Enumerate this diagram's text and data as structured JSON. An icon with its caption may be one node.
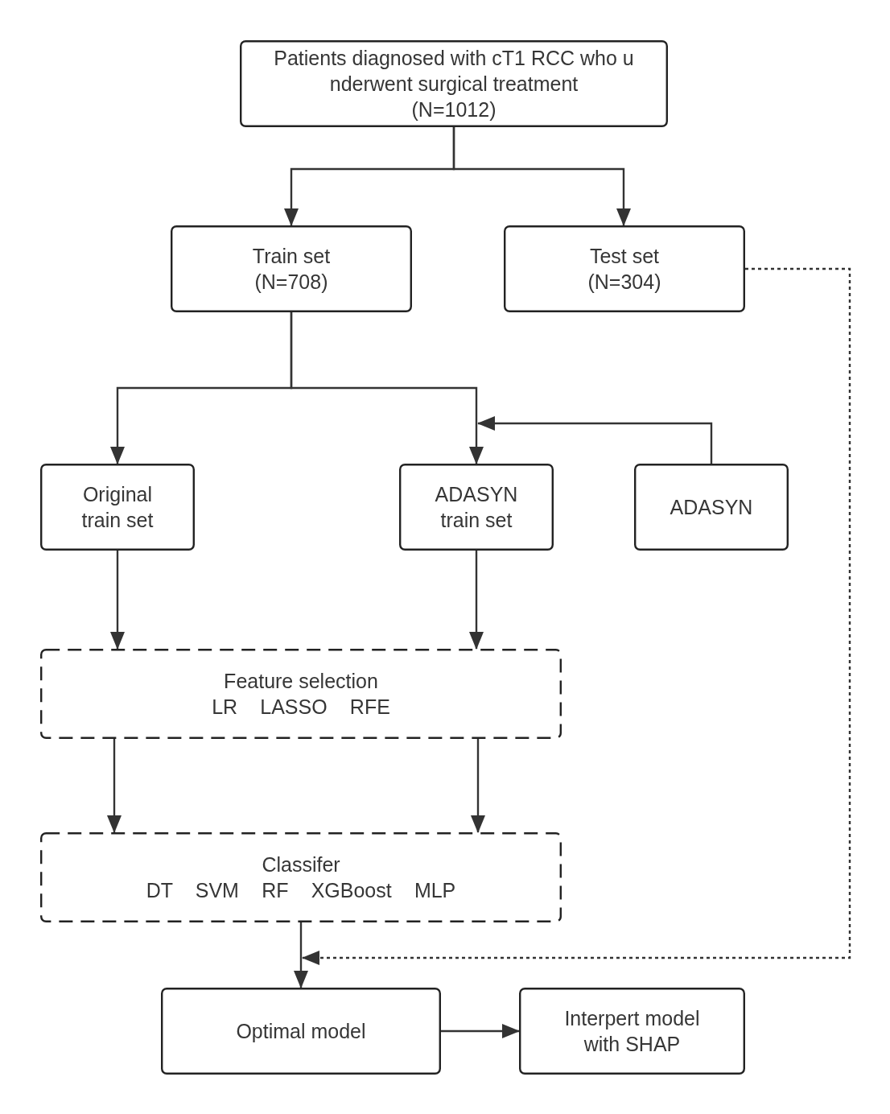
{
  "diagram": {
    "nodes": [
      {
        "text": [
          "Patients diagnosed with cT1 RCC who u nderwent surgical treatment",
          "(N=1012)"
        ]
      },
      {
        "text": [
          "Train set",
          "(N=708)"
        ]
      },
      {
        "text": [
          "Test set",
          "(N=304)"
        ]
      },
      {
        "text": [
          "Original train set"
        ]
      },
      {
        "text": [
          "ADASYN train set"
        ]
      },
      {
        "text": [
          "ADASYN"
        ]
      },
      {
        "text": [
          "Feature selection",
          "LR LASSO RFE"
        ]
      },
      {
        "text": [
          "Classifer",
          "DT SVM RF XGBoost MLP"
        ]
      },
      {
        "text": [
          "Optimal model"
        ]
      },
      {
        "text": [
          "Interpert model with SHAP"
        ]
      }
    ],
    "edges": [
      {
        "from": 0,
        "to": 1,
        "arrow": "to"
      },
      {
        "from": 0,
        "to": 2,
        "arrow": "to"
      },
      {
        "from": 1,
        "to": 3,
        "arrow": "to"
      },
      {
        "from": 1,
        "to": 4,
        "arrow": "to"
      },
      {
        "from": 5,
        "to": 4,
        "arrow": "to"
      },
      {
        "from": 3,
        "to": 6,
        "arrow": "to"
      },
      {
        "from": 4,
        "to": 6,
        "arrow": "to"
      },
      {
        "from": 6,
        "to": 7,
        "arrow": "to"
      },
      {
        "from": 6,
        "to": 7,
        "arrow": "to"
      },
      {
        "from": 7,
        "to": 8,
        "arrow": "to"
      },
      {
        "from": 2,
        "to": 8,
        "arrow": "to",
        "style": "dashed"
      },
      {
        "from": 8,
        "to": 9,
        "arrow": "to"
      }
    ]
  }
}
